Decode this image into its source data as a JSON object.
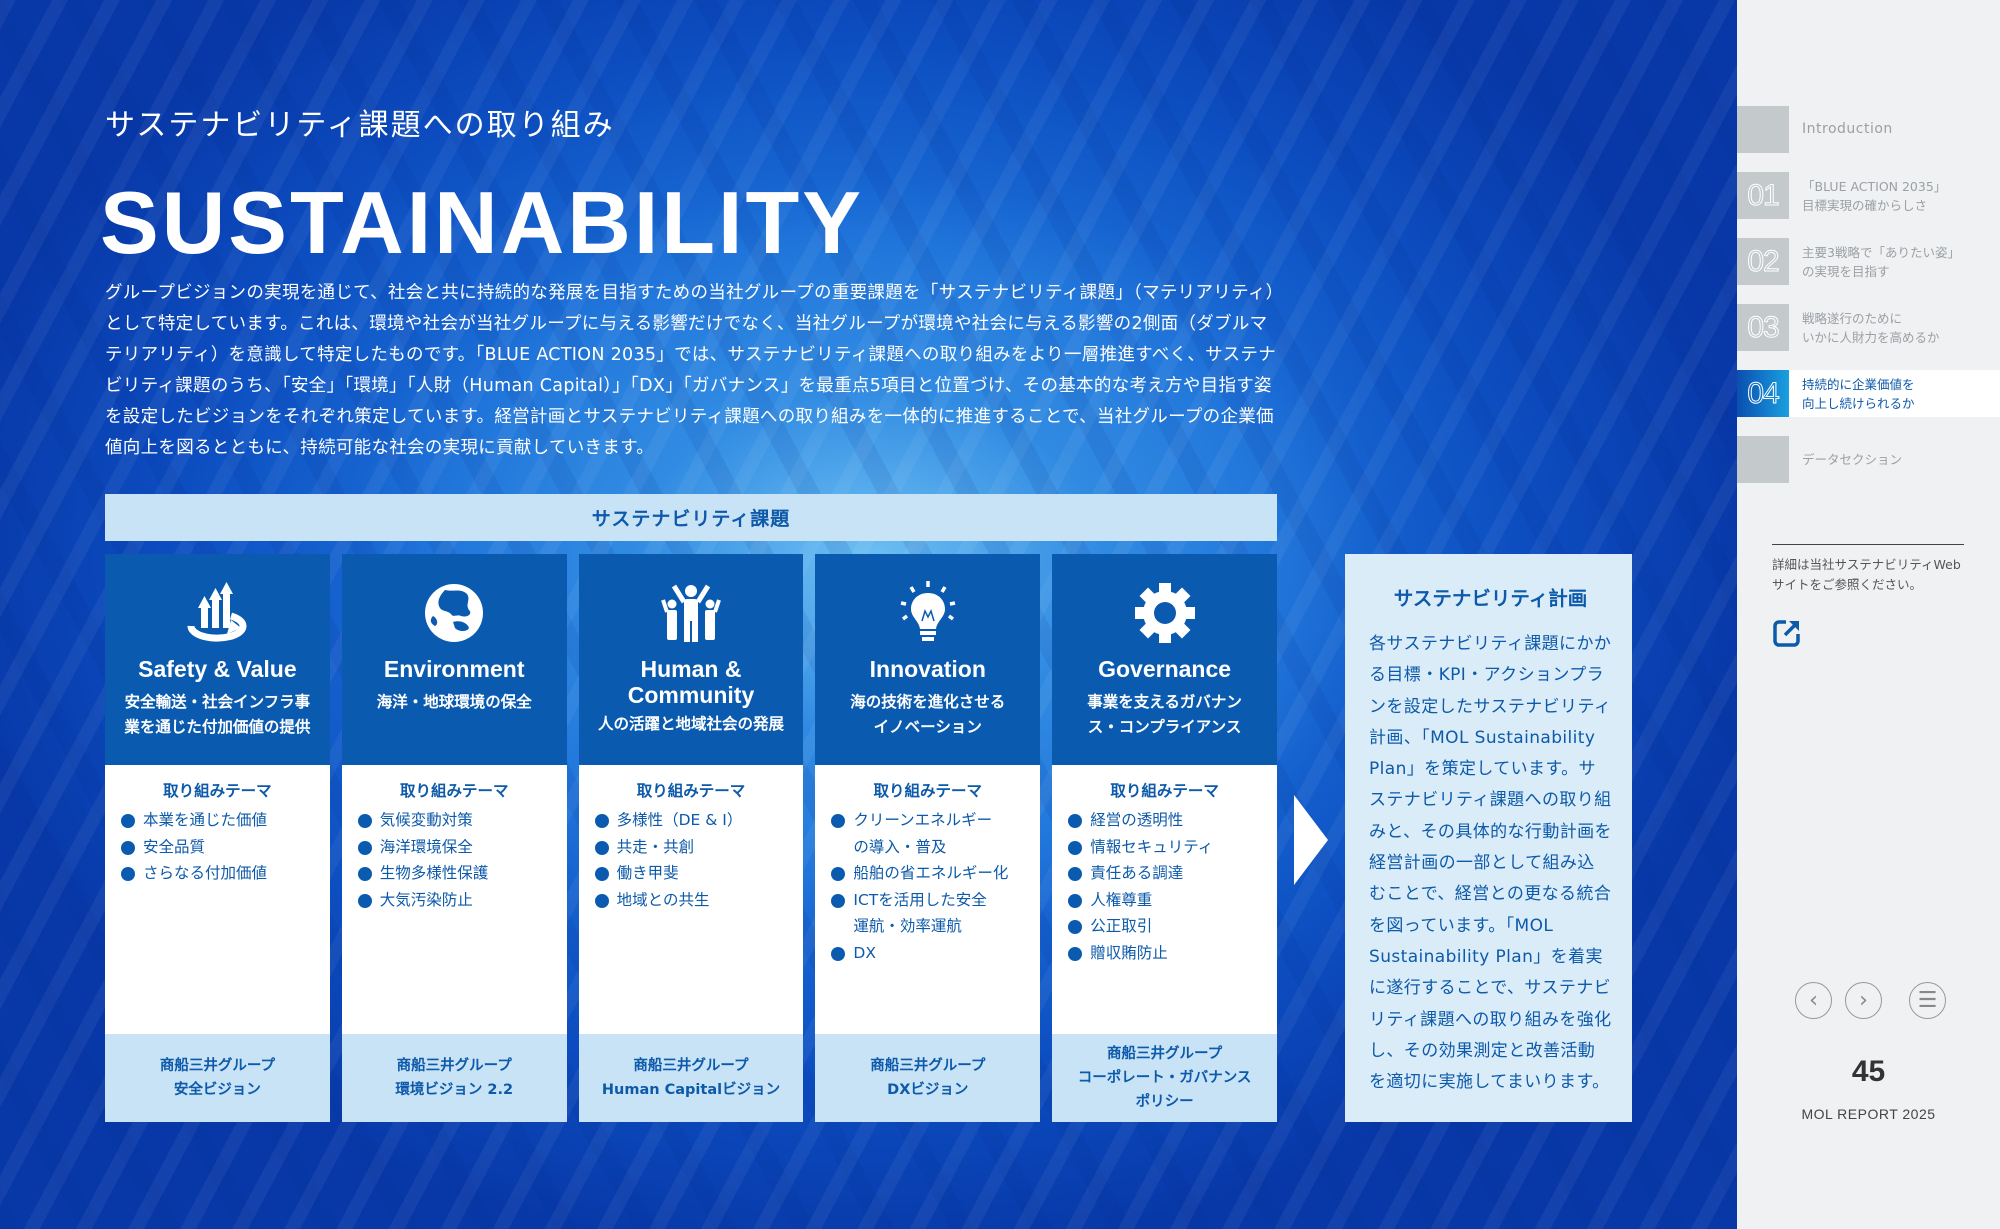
{
  "header": {
    "subtitle_jp": "サステナビリティ課題への取り組み",
    "title_en": "SUSTAINABILITY",
    "intro": "グループビジョンの実現を通じて、社会と共に持続的な発展を目指すための当社グループの重要課題を「サステナビリティ課題」（マテリアリティ）として特定しています。これは、環境や社会が当社グループに与える影響だけでなく、当社グループが環境や社会に与える影響の2側面（ダブルマテリアリティ）を意識して特定したものです。「BLUE ACTION 2035」では、サステナビリティ課題への取り組みをより一層推進すべく、サステナビリティ課題のうち、「安全」「環境」「人財（Human Capital）」「DX」「ガバナンス」を最重点5項目と位置づけ、その基本的な考え方や目指す姿を設定したビジョンをそれぞれ策定しています。経営計画とサステナビリティ課題への取り組みを一体的に推進することで、当社グループの企業価値向上を図るとともに、持続可能な社会の実現に貢献していきます。"
  },
  "band": {
    "label": "サステナビリティ課題"
  },
  "cards": [
    {
      "icon": "growth-arrows-icon",
      "title": "Safety & Value",
      "subtitle": "安全輸送・社会インフラ事業を通じた付加価値の提供",
      "theme_head": "取り組みテーマ",
      "themes": [
        "本業を通じた価値",
        "安全品質",
        "さらなる付加価値"
      ],
      "footer": [
        "商船三井グループ",
        "安全ビジョン"
      ]
    },
    {
      "icon": "globe-icon",
      "title": "Environment",
      "subtitle": "海洋・地球環境の保全",
      "theme_head": "取り組みテーマ",
      "themes": [
        "気候変動対策",
        "海洋環境保全",
        "生物多様性保護",
        "大気汚染防止"
      ],
      "footer": [
        "商船三井グループ",
        "環境ビジョン 2.2"
      ]
    },
    {
      "icon": "people-icon",
      "title": "Human & Community",
      "subtitle": "人の活躍と地域社会の発展",
      "theme_head": "取り組みテーマ",
      "themes": [
        "多様性（DE & I）",
        "共走・共創",
        "働き甲斐",
        "地域との共生"
      ],
      "footer": [
        "商船三井グループ",
        "Human Capitalビジョン"
      ]
    },
    {
      "icon": "lightbulb-icon",
      "title": "Innovation",
      "subtitle": "海の技術を進化させるイノベーション",
      "theme_head": "取り組みテーマ",
      "themes": [
        "クリーンエネルギーの導入・普及",
        "船舶の省エネルギー化",
        "ICTを活用した安全運航・効率運航",
        "DX"
      ],
      "footer": [
        "商船三井グループ",
        "DXビジョン"
      ]
    },
    {
      "icon": "gear-icon",
      "title": "Governance",
      "subtitle": "事業を支えるガバナンス・コンプライアンス",
      "theme_head": "取り組みテーマ",
      "themes": [
        "経営の透明性",
        "情報セキュリティ",
        "責任ある調達",
        "人権尊重",
        "公正取引",
        "贈収賄防止"
      ],
      "footer": [
        "商船三井グループ",
        "コーポレート・ガバナンス",
        "ポリシー"
      ]
    }
  ],
  "plan": {
    "title": "サステナビリティ計画",
    "body": "各サステナビリティ課題にかかる目標・KPI・アクションプランを設定したサステナビリティ計画、「MOL Sustainability Plan」を策定しています。サステナビリティ課題への取り組みと、その具体的な行動計画を経営計画の一部として組み込むことで、経営との更なる統合を図っています。「MOL Sustainability Plan」を着実に遂行することで、サステナビリティ課題への取り組みを強化し、その効果測定と改善活動を適切に実施してまいります。"
  },
  "sidebar": {
    "items": [
      {
        "num": "",
        "label": "Introduction",
        "active": false
      },
      {
        "num": "01",
        "label": "「BLUE ACTION 2035」\n目標実現の確からしさ",
        "active": false
      },
      {
        "num": "02",
        "label": "主要3戦略で「ありたい姿」\nの実現を目指す",
        "active": false
      },
      {
        "num": "03",
        "label": "戦略遂行のために\nいかに人財力を高めるか",
        "active": false
      },
      {
        "num": "04",
        "label": "持続的に企業価値を\n向上し続けられるか",
        "active": true
      },
      {
        "num": "",
        "label": "データセクション",
        "active": false
      }
    ],
    "web_note": "詳細は当社サステナビリティWebサイトをご参照ください。",
    "external_link_icon": "external-link-icon",
    "prev_icon": "chevron-left-icon",
    "next_icon": "chevron-right-icon",
    "menu_icon": "menu-icon",
    "page_number": "45",
    "report_name": "MOL REPORT 2025"
  },
  "colors": {
    "card_header": "#0a5bb0",
    "accent_text": "#0d5aaa",
    "light_band": "#c8e3f6",
    "plan_bg": "#dbecf9",
    "sidebar_bg": "#f0f1f3",
    "nav_tab": "#c4c9cc"
  }
}
